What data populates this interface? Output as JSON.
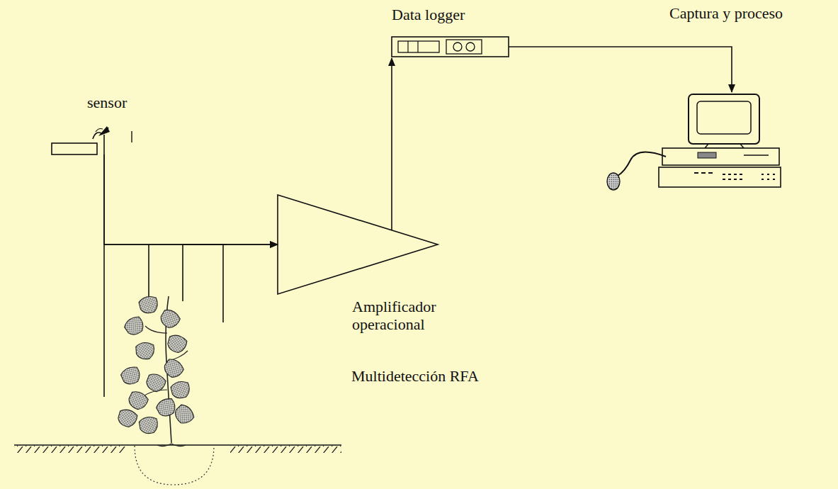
{
  "diagram": {
    "nodes": [
      {
        "text": [
          "sensor"
        ]
      },
      {
        "text": [
          "Multidetección RFA"
        ]
      },
      {
        "text": [
          "Amplificador operacional"
        ]
      },
      {
        "text": [
          "Data logger"
        ]
      },
      {
        "text": [
          "Captura y proceso"
        ]
      }
    ],
    "edges": [
      {
        "from": 0,
        "to": 2,
        "arrow": "to"
      },
      {
        "from": 1,
        "to": 2,
        "arrow": "to"
      },
      {
        "from": 2,
        "to": 3,
        "arrow": "to"
      },
      {
        "from": 3,
        "to": 4,
        "arrow": "to"
      }
    ]
  }
}
